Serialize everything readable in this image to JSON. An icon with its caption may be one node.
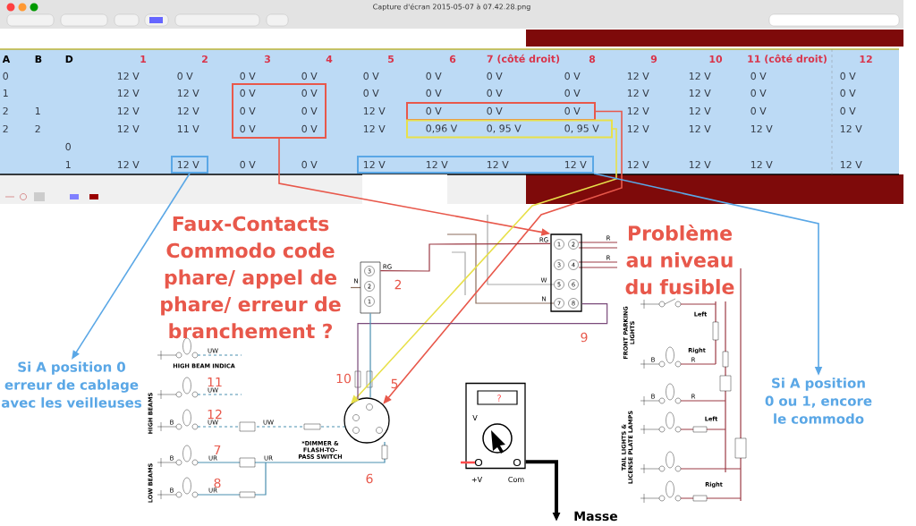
{
  "diagram": {
    "nodes": [
      {
        "text": [],
        "shape": "box"
      },
      {
        "text": [],
        "shape": "box"
      },
      {
        "text": [],
        "shape": "box"
      },
      {
        "text": [],
        "shape": "box"
      },
      {
        "text": [],
        "shape": "box"
      },
      {
        "text": [
          "Si A position 0 erreur de cablage avec les veilleuses"
        ]
      },
      {
        "text": [
          "Si A position 0 ou 1, encore le commodo"
        ]
      },
      {
        "text": [],
        "shape": "box"
      },
      {
        "text": [],
        "shape": "circle"
      },
      {
        "text": [],
        "shape": "picture"
      },
      {
        "text": [
          "Masse"
        ]
      },
      {
        "text": [],
        "shape": "box"
      }
    ],
    "edges": [
      {
        "from": 0,
        "to": 7,
        "arrow": "to",
        "color": "#e8584b"
      },
      {
        "from": 1,
        "to": 8,
        "arrow": "to",
        "color": "#e8584b"
      },
      {
        "from": 2,
        "to": 8,
        "arrow": "to",
        "color": "#e8e04a"
      },
      {
        "from": 3,
        "to": 5,
        "arrow": "to",
        "color": "#5aa7e6"
      },
      {
        "from": 4,
        "to": 6,
        "arrow": "to",
        "color": "#5aa7e6"
      },
      {
        "from": 9,
        "to": 10,
        "arrow": "to",
        "style": "thick",
        "color": "#000000"
      },
      {
        "from": 7,
        "to": 8,
        "arrow": "none",
        "color": "#7a4a7a"
      },
      {
        "from": 11,
        "to": 7,
        "arrow": "none",
        "color": "#9c3a45"
      },
      {
        "from": 11,
        "to": 8,
        "arrow": "none",
        "color": "#4a8fb0"
      }
    ],
    "labels": [
      "Capture d'écran 2015-05-07 à 07.42.28.png",
      "A",
      "B",
      "D",
      "1",
      "2",
      "3",
      "4",
      "5",
      "6",
      "7 (côté droit)",
      "8",
      "9",
      "10",
      "11 (côté droit)",
      "12",
      "0",
      "12 V",
      "0 V",
      "0 V",
      "0 V",
      "0 V",
      "0 V",
      "0 V",
      "0 V",
      "12 V",
      "12 V",
      "0 V",
      "0 V",
      "1",
      "12 V",
      "12 V",
      "0 V",
      "0 V",
      "0 V",
      "0 V",
      "0 V",
      "0 V",
      "12 V",
      "12 V",
      "0 V",
      "0 V",
      "2",
      "1",
      "12 V",
      "12 V",
      "0 V",
      "0 V",
      "12 V",
      "0 V",
      "0 V",
      "0 V",
      "12 V",
      "12 V",
      "0 V",
      "0 V",
      "2",
      "2",
      "12 V",
      "11 V",
      "0 V",
      "0 V",
      "12 V",
      "0,96 V",
      "0, 95 V",
      "0, 95 V",
      "12 V",
      "12 V",
      "12 V",
      "12 V",
      "0",
      "1",
      "12 V",
      "12 V",
      "0 V",
      "0 V",
      "12 V",
      "12 V",
      "12 V",
      "12 V",
      "12 V",
      "12 V",
      "12 V",
      "12 V",
      "Faux-Contacts Commodo code phare/ appel de phare/ erreur de branchement ?",
      "Problème au niveau du fusible",
      "2",
      "9",
      "11",
      "10",
      "5",
      "12",
      "7",
      "8",
      "6",
      "HIGH BEAM INDICA",
      "HIGH BEAMS",
      "LOW BEAMS",
      "*DIMMER & FLASH-TO-PASS SWITCH",
      "FRONT PARKING LIGHTS",
      "Left",
      "Right",
      "TAIL LIGHTS & LICENSE PLATE LAMPS",
      "Left",
      "Right",
      "RG",
      "N",
      "UW",
      "UW",
      "UW",
      "UW",
      "UR",
      "UR",
      "UR",
      "RG",
      "W",
      "N",
      "R",
      "R",
      "B",
      "B",
      "B",
      "B",
      "B",
      "R",
      "R",
      "3",
      "2",
      "1",
      "1",
      "2",
      "3",
      "4",
      "5",
      "6",
      "7",
      "8",
      "?",
      "V",
      "+V",
      "Com"
    ]
  }
}
